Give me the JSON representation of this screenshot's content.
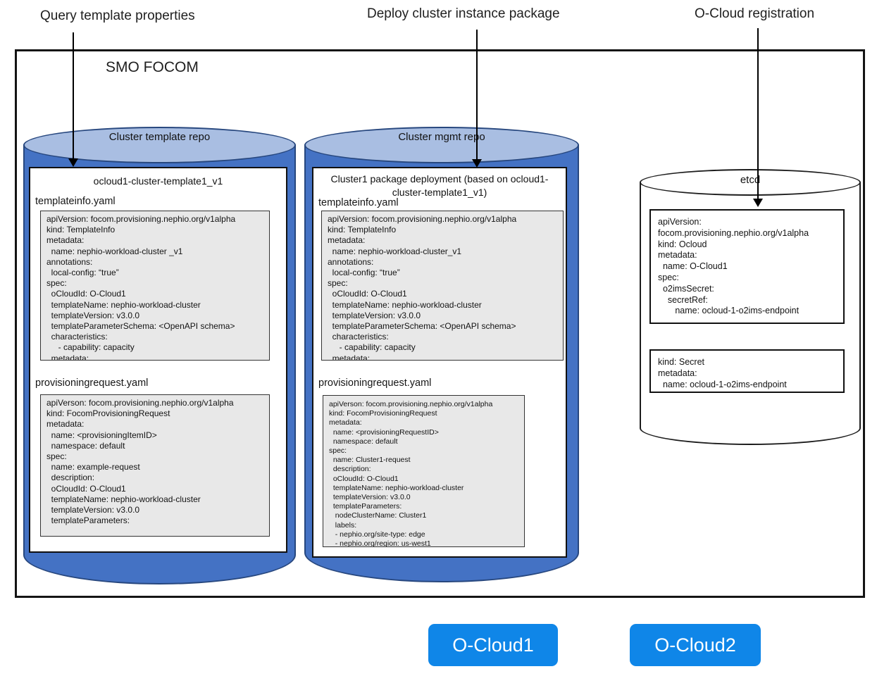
{
  "flow_labels": [
    {
      "text": "Query template properties"
    },
    {
      "text": "Deploy cluster instance package"
    },
    {
      "text": "O-Cloud registration"
    }
  ],
  "smo": {
    "title": "SMO FOCOM"
  },
  "template_repo": {
    "name": "Cluster template repo",
    "package": {
      "title": "ocloud1-cluster-template1_v1",
      "files": [
        {
          "label": "templateinfo.yaml",
          "content": "apiVersion: focom.provisioning.nephio.org/v1alpha\nkind: TemplateInfo\nmetadata:\n  name: nephio-workload-cluster _v1\nannotations:\n  local-config: “true”\nspec:\n  oCloudId: O-Cloud1\n  templateName: nephio-workload-cluster\n  templateVersion: v3.0.0\n  templateParameterSchema: <OpenAPI schema>\n  characteristics:\n     - capability: capacity\n  metadata:"
        },
        {
          "label": "provisioningrequest.yaml",
          "content": "apiVerson: focom.provisioning.nephio.org/v1alpha\nkind: FocomProvisioningRequest\nmetadata:\n  name: <provisioningItemID>\n  namespace: default\nspec:\n  name: example-request\n  description:\n  oCloudId: O-Cloud1\n  templateName: nephio-workload-cluster\n  templateVersion: v3.0.0\n  templateParameters:"
        }
      ]
    }
  },
  "mgmt_repo": {
    "name": "Cluster mgmt repo",
    "package": {
      "title": "Cluster1 package deployment (based on ocloud1-cluster-template1_v1)",
      "files": [
        {
          "label": "templateinfo.yaml",
          "content": "apiVersion: focom.provisioning.nephio.org/v1alpha\nkind: TemplateInfo\nmetadata:\n  name: nephio-workload-cluster_v1\nannotations:\n  local-config: “true”\nspec:\n  oCloudId: O-Cloud1\n  templateName: nephio-workload-cluster\n  templateVersion: v3.0.0\n  templateParameterSchema: <OpenAPI schema>\n  characteristics:\n     - capability: capacity\n  metadata:"
        },
        {
          "label": "provisioningrequest.yaml",
          "content": "apiVerson: focom.provisioning.nephio.org/v1alpha\nkind: FocomProvisioningRequest\nmetadata:\n  name: <provisioningRequestID>\n  namespace: default\nspec:\n  name: Cluster1-request\n  description:\n  oCloudId: O-Cloud1\n  templateName: nephio-workload-cluster\n  templateVersion: v3.0.0\n  templateParameters:\n   nodeClusterName: Cluster1\n   labels:\n   - nephio.org/site-type: edge\n   - nephio.org/region: us-west1"
        }
      ]
    }
  },
  "etcd": {
    "name": "etcd",
    "records": [
      {
        "content": "apiVersion:\nfocom.provisioning.nephio.org/v1alpha\nkind: Ocloud\nmetadata:\n  name: O-Cloud1\nspec:\n  o2imsSecret:\n    secretRef:\n       name: ocloud-1-o2ims-endpoint"
      },
      {
        "content": "kind: Secret\nmetadata:\n  name: ocloud-1-o2ims-endpoint"
      }
    ]
  },
  "clouds": [
    {
      "label": "O-Cloud1"
    },
    {
      "label": "O-Cloud2"
    }
  ],
  "colors": {
    "cylinder_body": "#4472C4",
    "cylinder_top": "#A9BEE2",
    "yaml_bg": "#E8E8E8",
    "cloud_button": "#0F86E8"
  }
}
